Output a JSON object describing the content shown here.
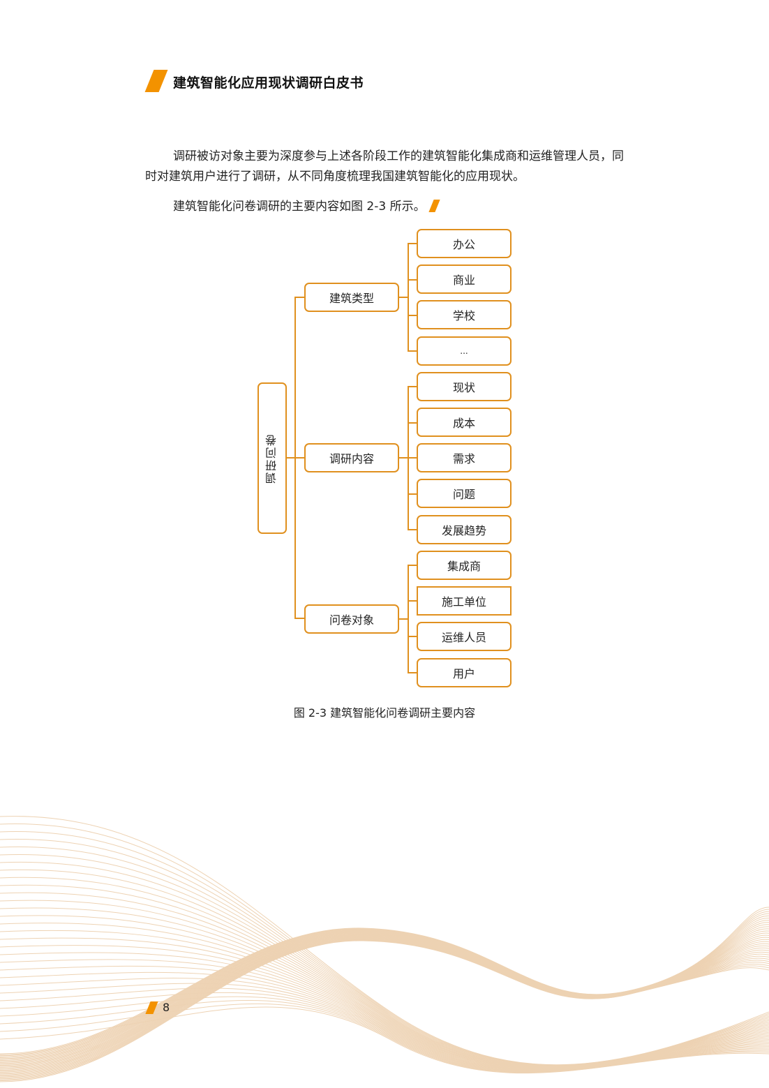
{
  "header": {
    "title": "建筑智能化应用现状调研白皮书",
    "accent_color": "#f39200"
  },
  "body": {
    "paragraphs": [
      "调研被访对象主要为深度参与上述各阶段工作的建筑智能化集成商和运维管理人员，同时对建筑用户进行了调研，从不同角度梳理我国建筑智能化的应用现状。",
      "建筑智能化问卷调研的主要内容如图 2-3 所示。"
    ]
  },
  "diagram": {
    "border_color": "#e0901e",
    "root": "调研问卷",
    "branches": [
      {
        "label": "建筑类型",
        "children": [
          "办公",
          "商业",
          "学校",
          "..."
        ]
      },
      {
        "label": "调研内容",
        "children": [
          "现状",
          "成本",
          "需求",
          "问题",
          "发展趋势"
        ]
      },
      {
        "label": "问卷对象",
        "children": [
          "集成商",
          "施工单位",
          "运维人员",
          "用户"
        ]
      }
    ],
    "caption": "图 2-3 建筑智能化问卷调研主要内容"
  },
  "footer": {
    "page_number": "8"
  }
}
